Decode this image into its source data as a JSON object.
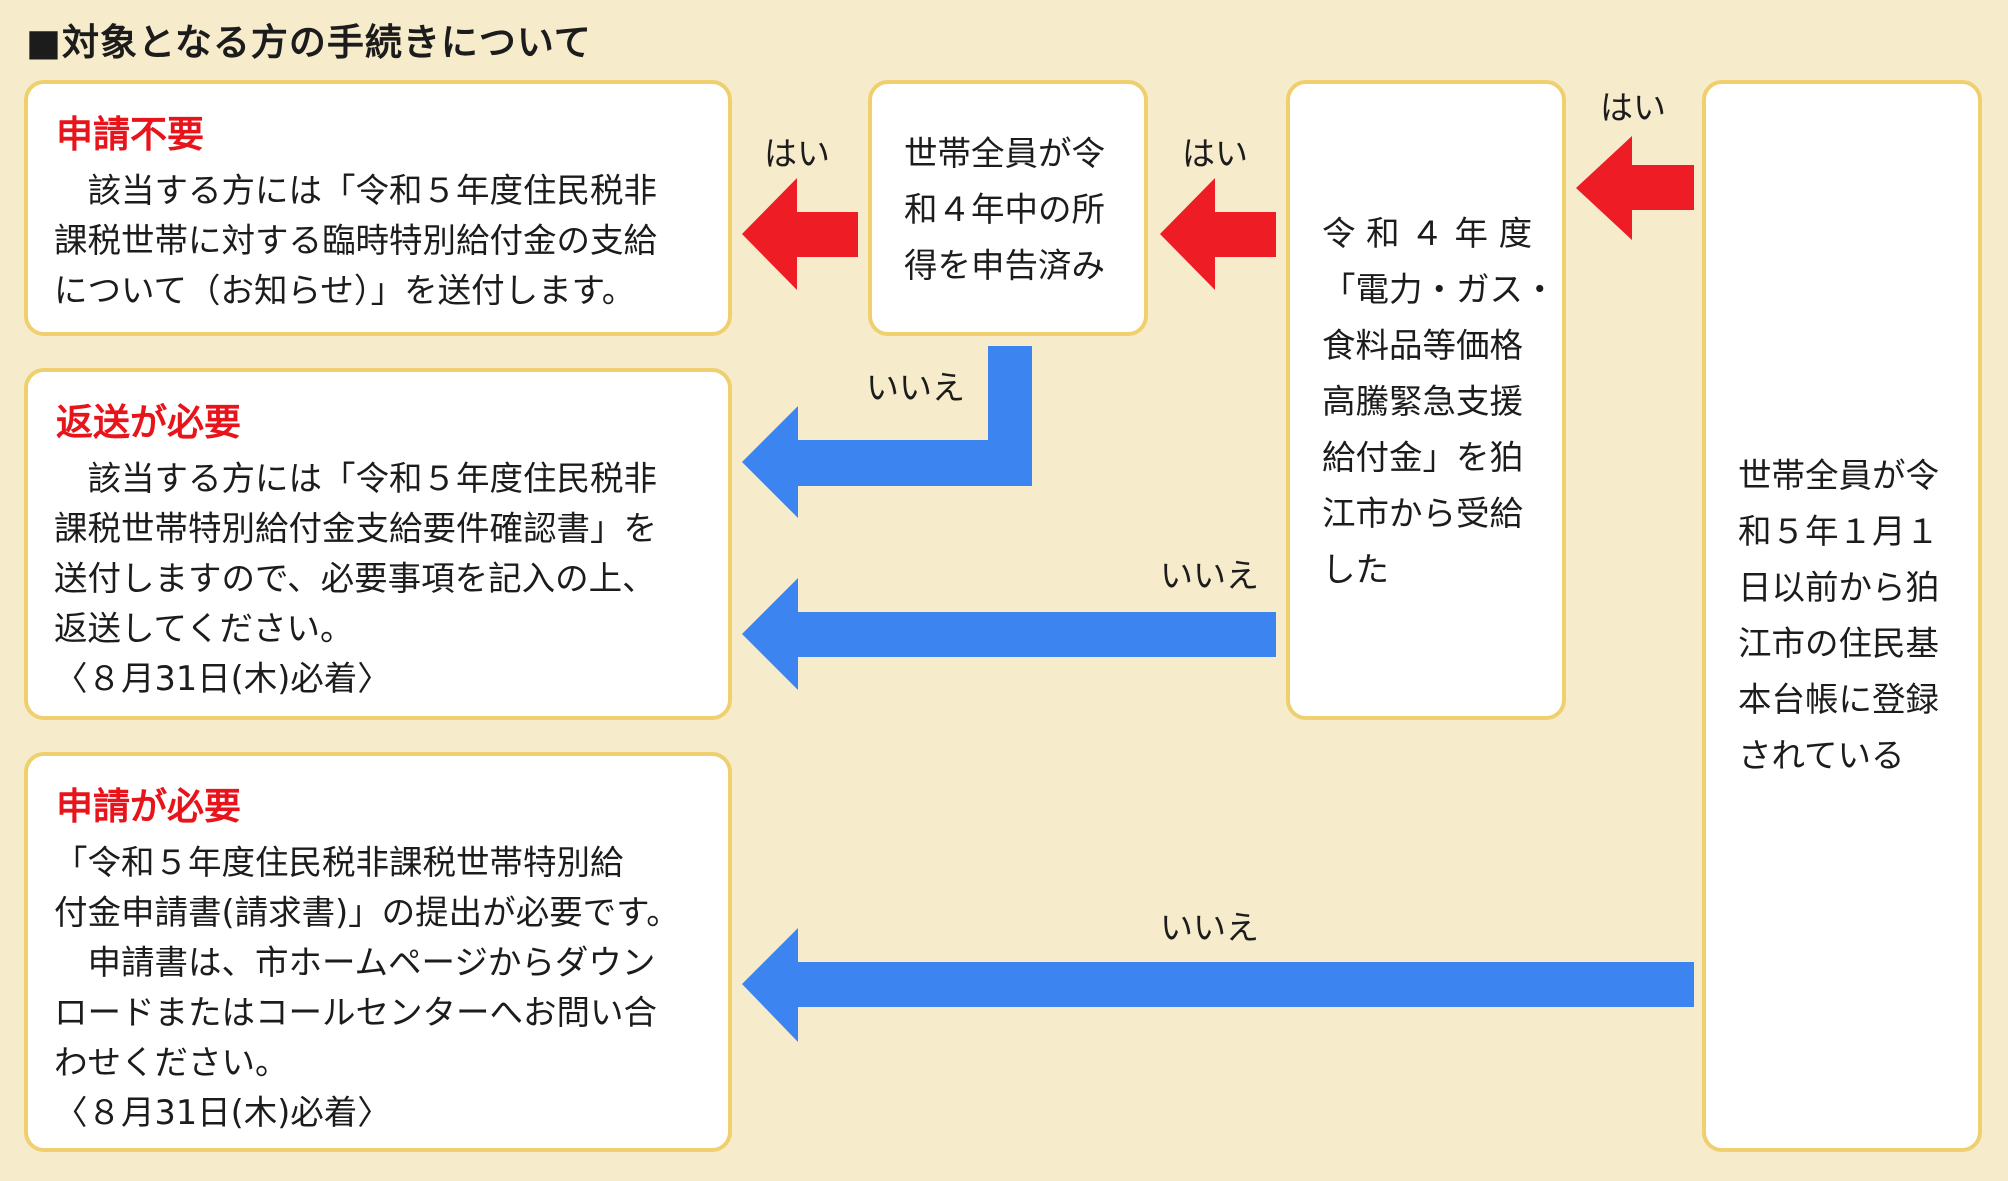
{
  "heading": "■対象となる方の手続きについて",
  "results": [
    {
      "title": "申請不要",
      "lines": [
        "　該当する方には「令和５年度住民税非",
        "課税世帯に対する臨時特別給付金の支給",
        "について（お知らせ）」を送付します。"
      ]
    },
    {
      "title": "返送が必要",
      "lines": [
        "　該当する方には「令和５年度住民税非",
        "課税世帯特別給付金支給要件確認書」を",
        "送付しますので、必要事項を記入の上、",
        "返送してください。",
        "〈８月31日(木)必着〉"
      ]
    },
    {
      "title": "申請が必要",
      "lines": [
        "「令和５年度住民税非課税世帯特別給",
        "付金申請書(請求書)」の提出が必要です。",
        "　申請書は、市ホームページからダウン",
        "ロードまたはコールセンターへお問い合",
        "わせください。",
        "〈８月31日(木)必着〉"
      ]
    }
  ],
  "questions": [
    {
      "lines": [
        "世帯全員が令",
        "和４年中の所",
        "得を申告済み"
      ]
    },
    {
      "lines": [
        "令 和 ４ 年 度",
        "「電力・ガス・",
        "食料品等価格",
        "高騰緊急支援",
        "給付金」を狛",
        "江市から受給",
        "した"
      ]
    },
    {
      "lines": [
        "世帯全員が令",
        "和５年１月１",
        "日以前から狛",
        "江市の住民基",
        "本台帳に登録",
        "されている"
      ]
    }
  ],
  "labels": {
    "yes_1": "はい",
    "yes_2": "はい",
    "yes_3": "はい",
    "no_1": "いいえ",
    "no_2": "いいえ",
    "no_3": "いいえ"
  },
  "colors": {
    "background": "#f6ebcb",
    "box_border": "#f0cf6e",
    "yes_arrow": "#ee1c25",
    "no_arrow": "#3c85f0",
    "result_title": "#e8141b"
  }
}
